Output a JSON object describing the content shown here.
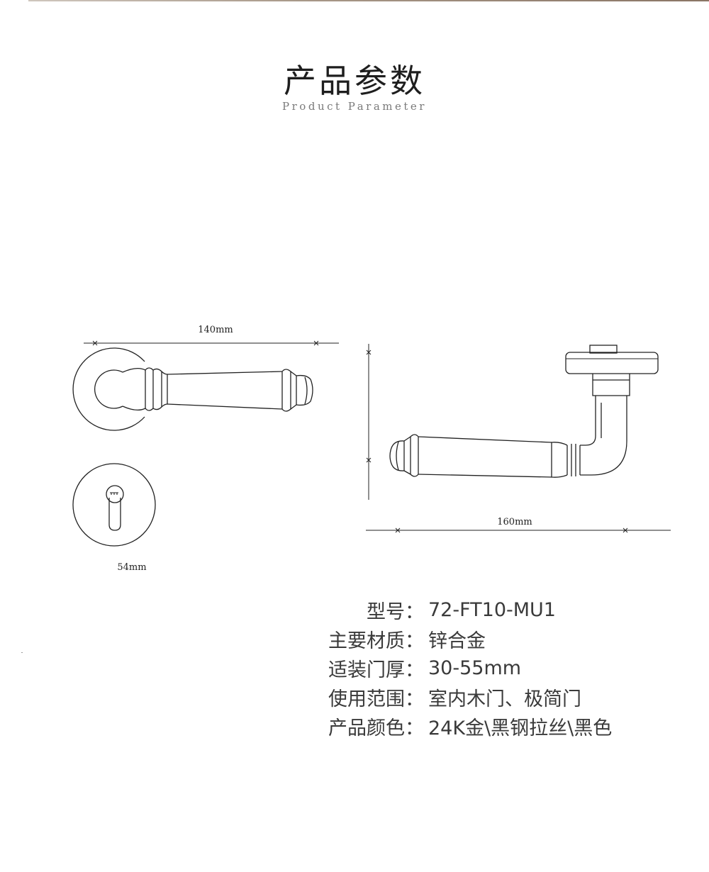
{
  "header": {
    "title": "产品参数",
    "subtitle": "Product Parameter"
  },
  "dimensions": {
    "handle_width": "140mm",
    "rosette_diameter": "54mm",
    "side_length": "160mm"
  },
  "specs": [
    {
      "label": "型号：",
      "value": "72-FT10-MU1"
    },
    {
      "label": "主要材质：",
      "value": "锌合金"
    },
    {
      "label": "适装门厚：",
      "value": "30-55mm"
    },
    {
      "label": "使用范围：",
      "value": "室内木门、极简门"
    },
    {
      "label": "产品颜色：",
      "value": "24K金\\黑钢拉丝\\黑色"
    }
  ]
}
